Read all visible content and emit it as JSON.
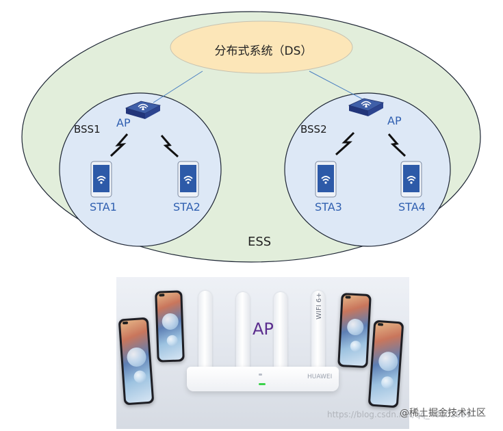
{
  "diagram": {
    "ds_label": "分布式系统（DS）",
    "ess_label": "ESS",
    "bss": [
      {
        "label": "BSS1",
        "ap_label": "AP",
        "stations": [
          "STA1",
          "STA2"
        ]
      },
      {
        "label": "BSS2",
        "ap_label": "AP",
        "stations": [
          "STA3",
          "STA4"
        ]
      }
    ],
    "colors": {
      "ess_fill": "#e2eedb",
      "ds_fill": "#fce6b8",
      "bss_fill": "#dde8f6",
      "outline": "#1c2433",
      "link": "#4a7fc1",
      "label_blue": "#2f5fb0"
    }
  },
  "photo": {
    "center_label": "AP",
    "wifi_mark": "WIFI 6+",
    "router_brand": "HUAWEI",
    "watermark": "https://blog.csdn.net/qq_40101099",
    "community_mark": "@稀土掘金技术社区",
    "label_color": "#5b2d8e",
    "led_color": "#3bd24a"
  }
}
